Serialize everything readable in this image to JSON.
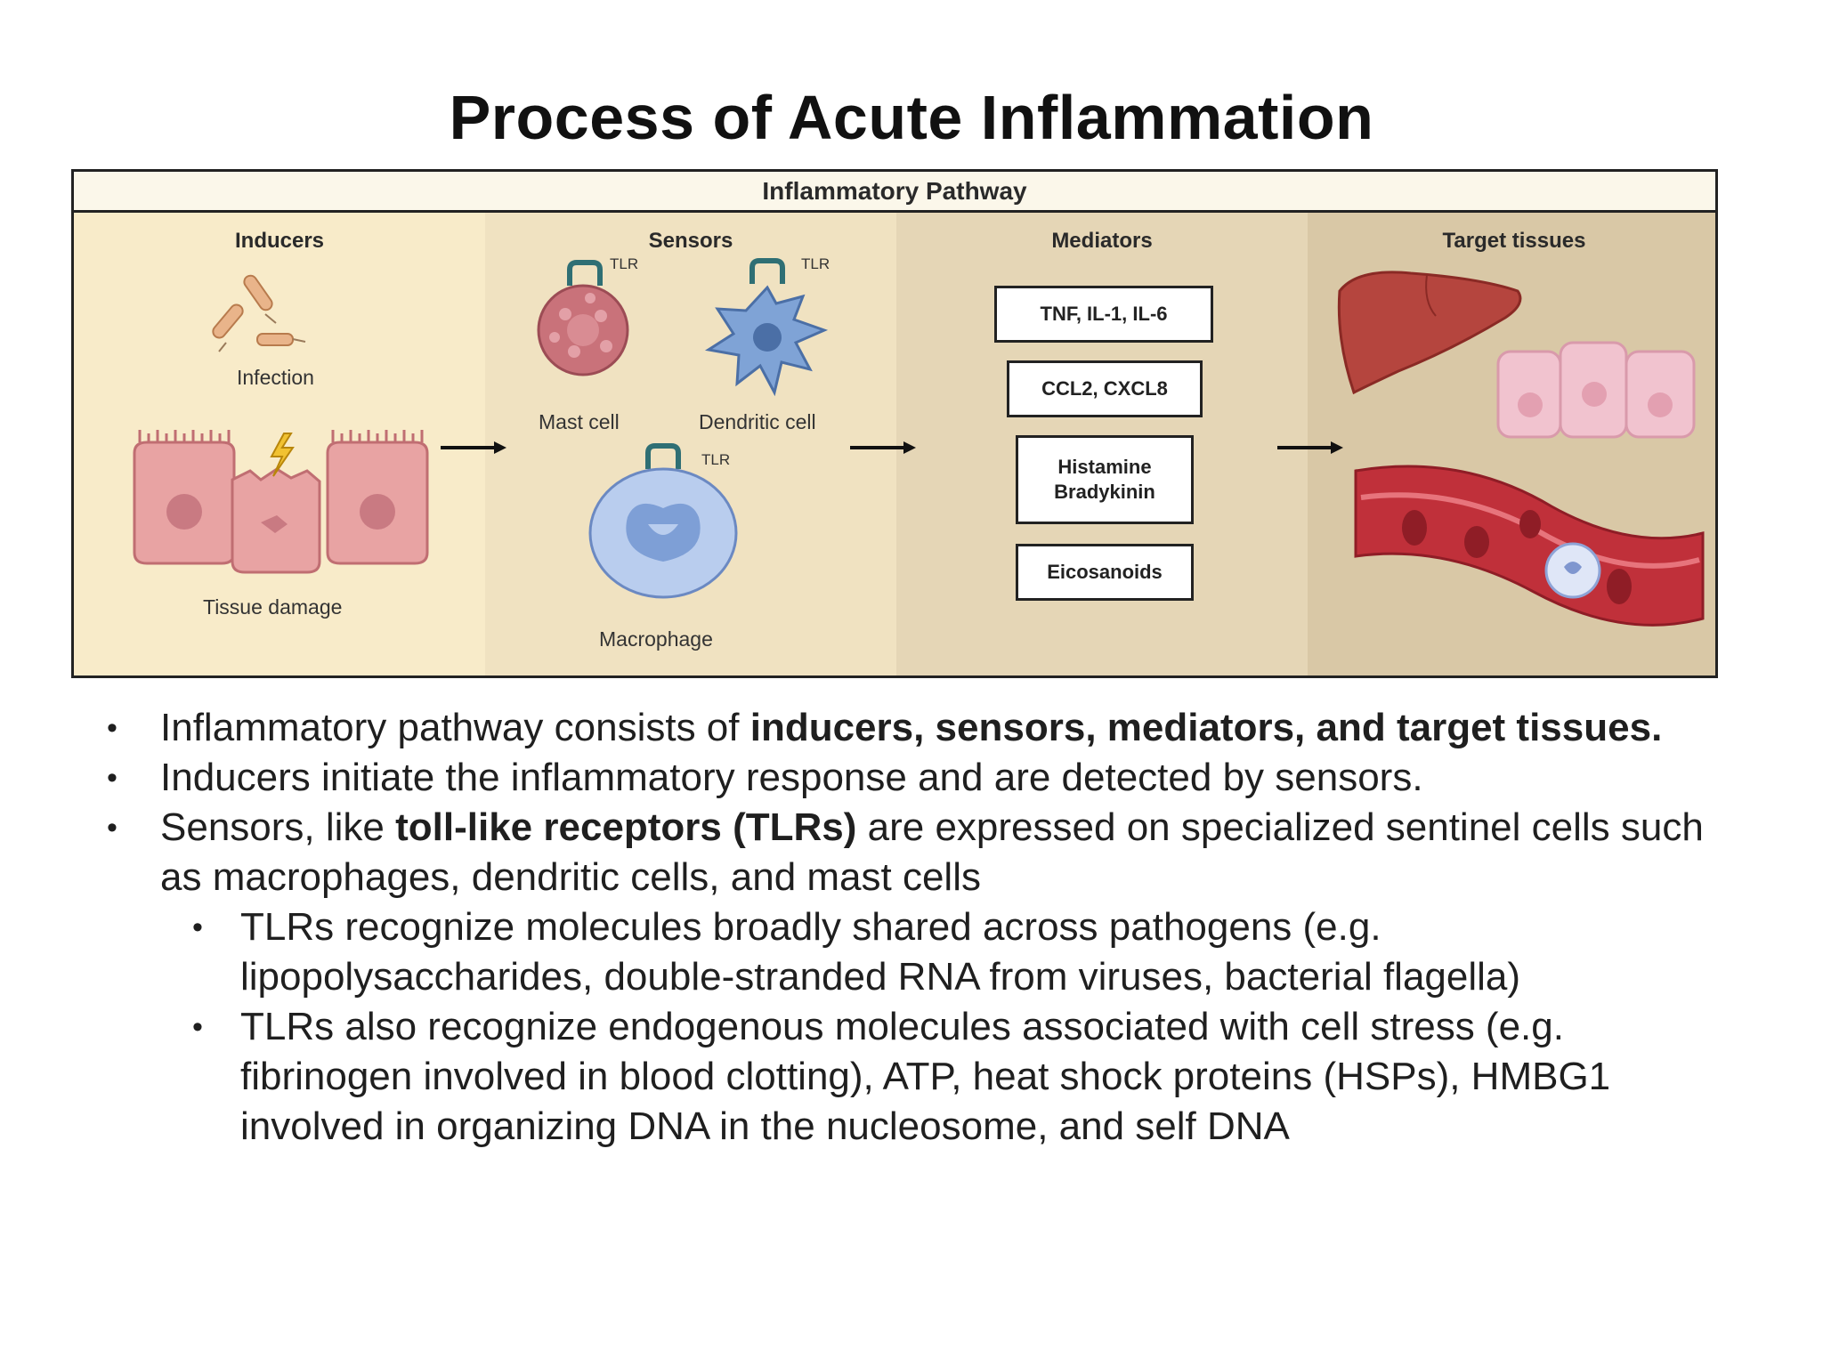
{
  "title": "Process of Acute Inflammation",
  "figure": {
    "header": "Inflammatory Pathway",
    "columns": {
      "inducers": {
        "title": "Inducers",
        "labels": {
          "infection": "Infection",
          "tissue_damage": "Tissue damage"
        }
      },
      "sensors": {
        "title": "Sensors",
        "labels": {
          "mast_cell": "Mast cell",
          "dendritic_cell": "Dendritic cell",
          "macrophage": "Macrophage",
          "tlr": "TLR"
        }
      },
      "mediators": {
        "title": "Mediators",
        "boxes": [
          "TNF, IL-1, IL-6",
          "CCL2, CXCL8",
          "Histamine\nBradykinin",
          "Eicosanoids"
        ]
      },
      "target_tissues": {
        "title": "Target tissues"
      }
    }
  },
  "bullets": [
    {
      "level": 1,
      "parts": [
        {
          "text": "Inflammatory pathway consists of ",
          "bold": false
        },
        {
          "text": "inducers, sensors, mediators, and target tissues.",
          "bold": true
        }
      ]
    },
    {
      "level": 1,
      "parts": [
        {
          "text": "Inducers initiate the inflammatory response and are detected by sensors.",
          "bold": false
        }
      ]
    },
    {
      "level": 1,
      "parts": [
        {
          "text": "Sensors, like ",
          "bold": false
        },
        {
          "text": "toll-like receptors (TLRs)",
          "bold": true
        },
        {
          "text": " are expressed on specialized sentinel cells such as macrophages, dendritic cells, and mast cells",
          "bold": false
        }
      ]
    },
    {
      "level": 2,
      "parts": [
        {
          "text": "TLRs recognize molecules broadly shared across pathogens (e.g. lipopolysaccharides, double-stranded RNA from viruses, bacterial flagella)",
          "bold": false
        }
      ]
    },
    {
      "level": 2,
      "parts": [
        {
          "text": "TLRs also recognize endogenous molecules associated with cell stress (e.g. fibrinogen involved in blood clotting), ATP, heat shock proteins (HSPs), HMBG1 involved in organizing DNA in the nucleosome, and self DNA",
          "bold": false
        }
      ]
    }
  ]
}
